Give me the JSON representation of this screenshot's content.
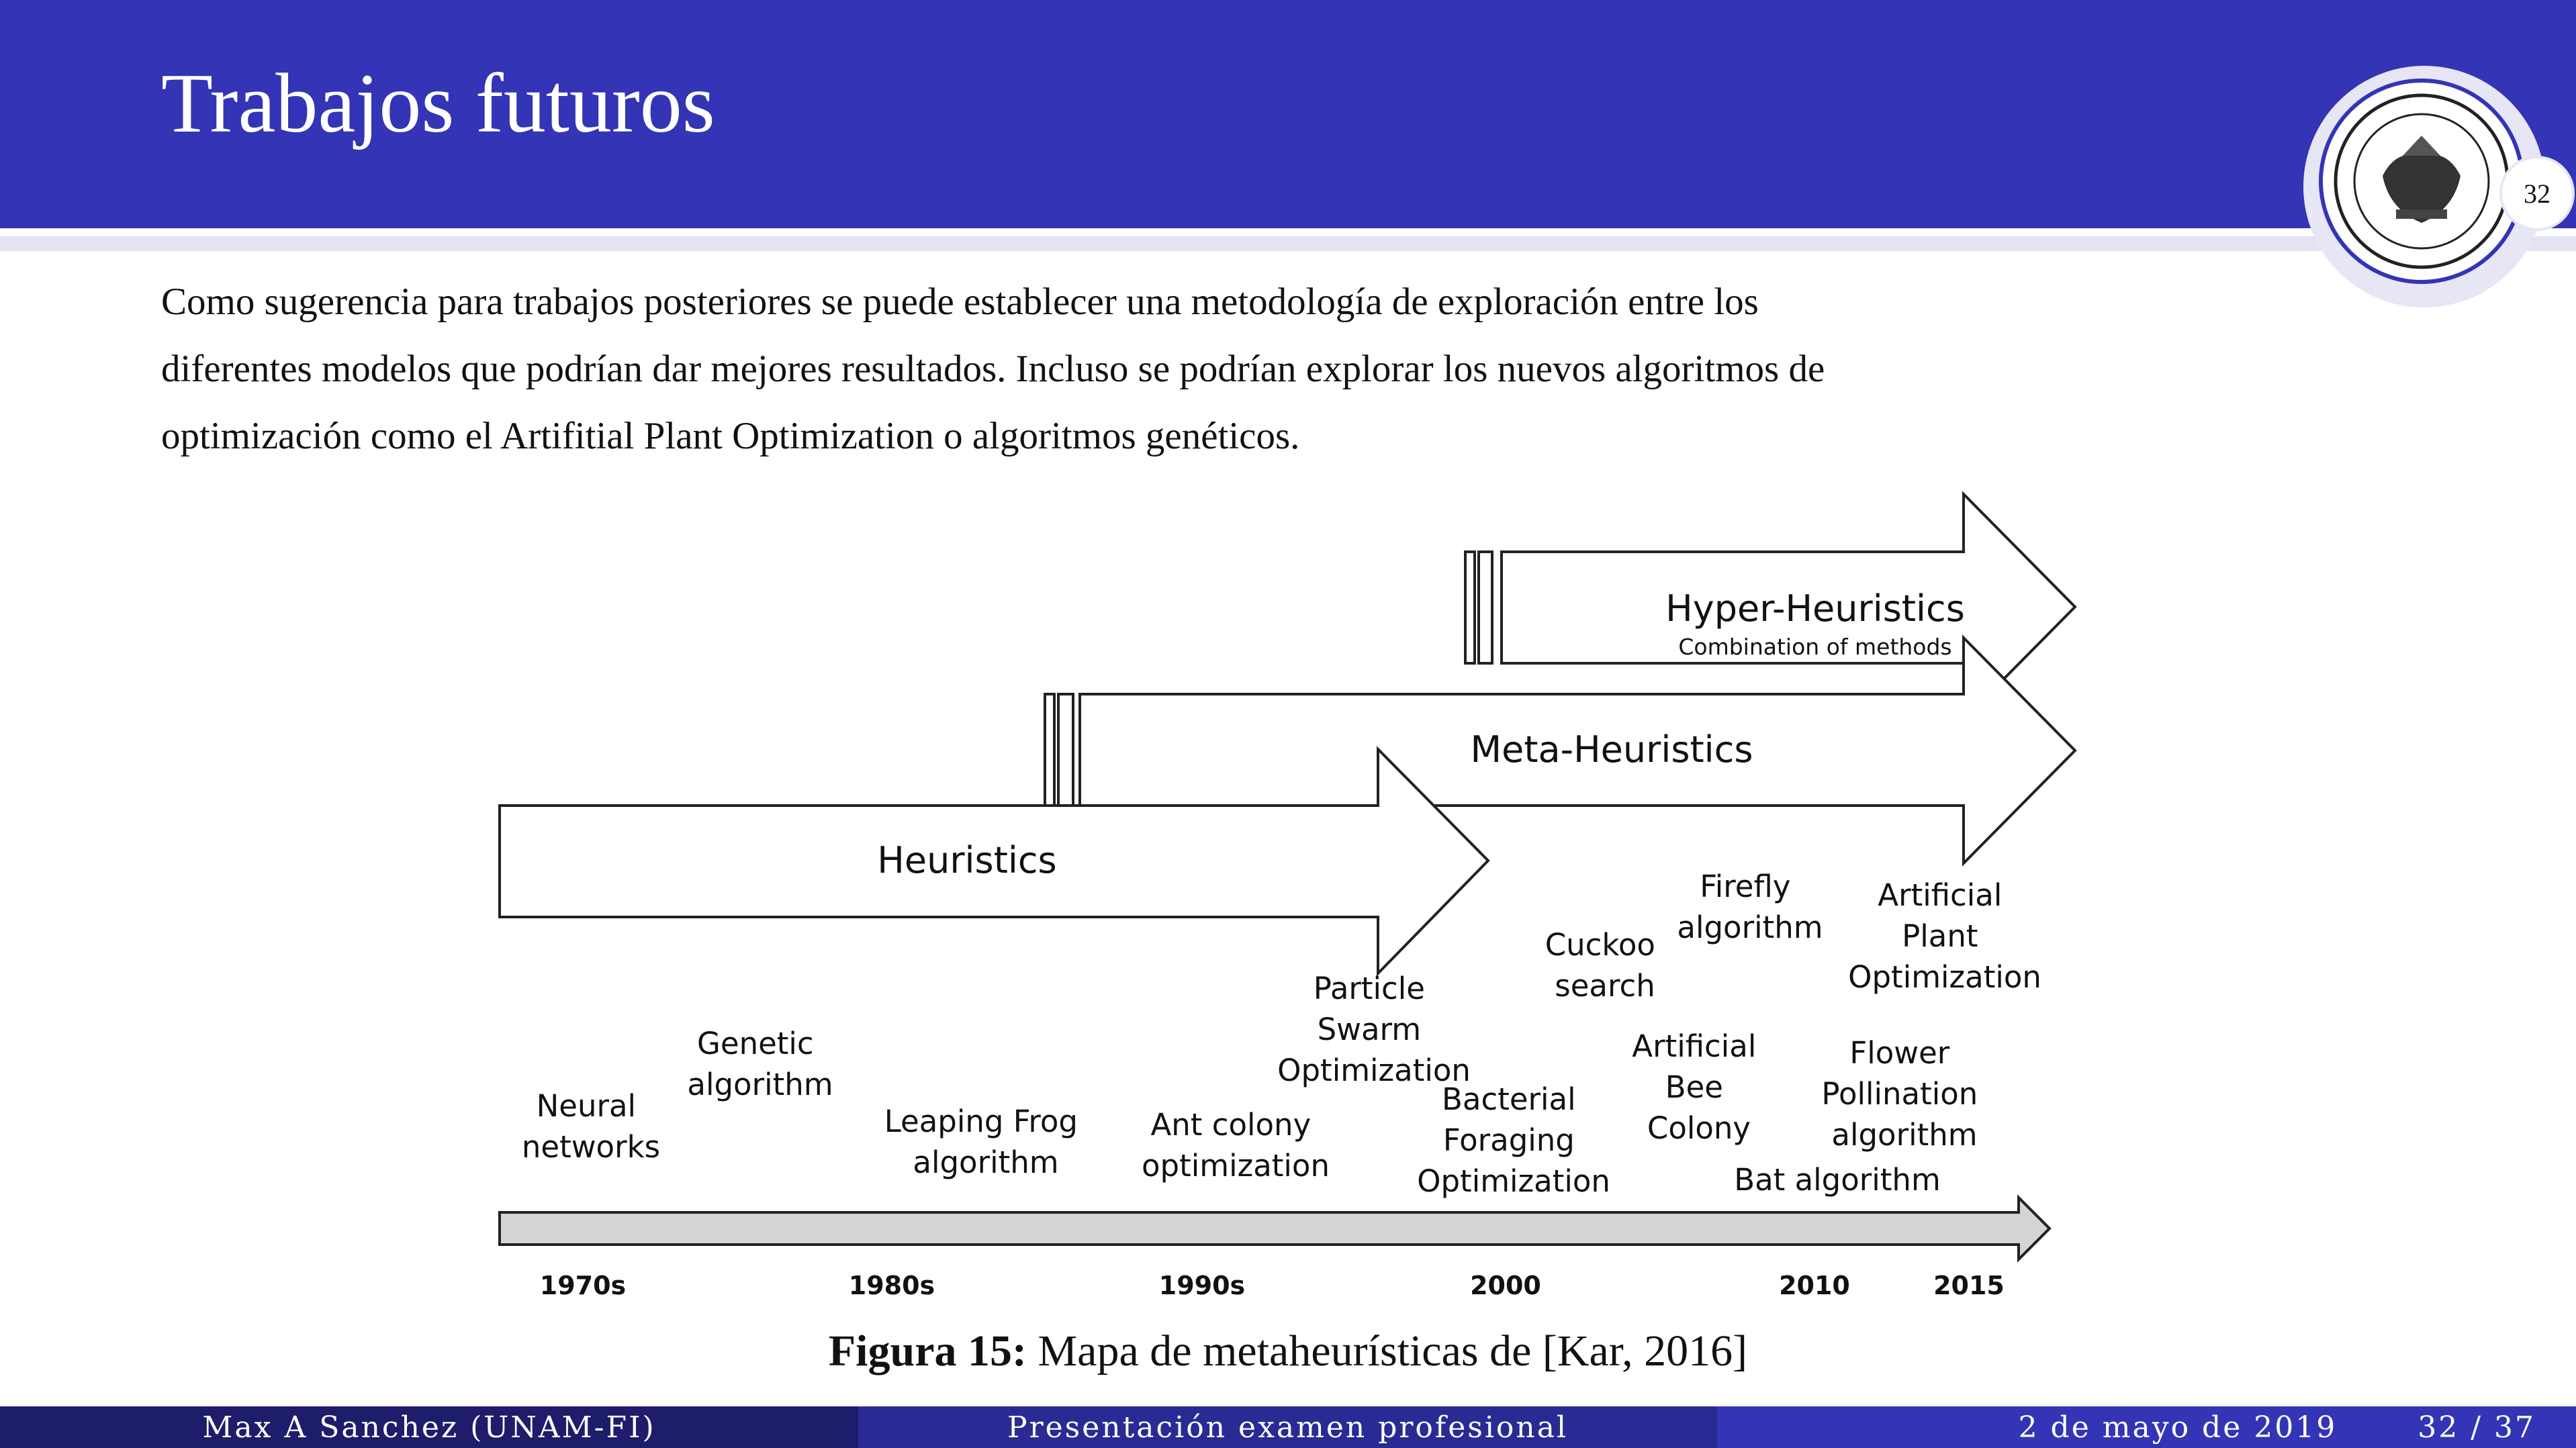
{
  "slide": {
    "title": "Trabajos futuros",
    "page_number": "32",
    "body_lines": [
      "Como sugerencia para trabajos posteriores se puede establecer una metodología de exploración entre los",
      "diferentes modelos que podrían dar mejores resultados. Incluso se podrían explorar los nuevos algoritmos de",
      "optimización como el Artifitial Plant Optimization o algoritmos genéticos."
    ]
  },
  "figure": {
    "arrows": {
      "hyper": "Hyper-Heuristics",
      "hyper_sub": "Combination of methods",
      "meta": "Meta-Heuristics",
      "heur": "Heuristics"
    },
    "timeline_ticks": [
      "1970s",
      "1980s",
      "1990s",
      "2000",
      "2010",
      "2015"
    ],
    "algorithms": {
      "neural": [
        "Neural",
        "networks"
      ],
      "genetic": [
        "Genetic",
        "algorithm"
      ],
      "leaping": [
        "Leaping Frog",
        "algorithm"
      ],
      "ant": [
        "Ant colony",
        "optimization"
      ],
      "pso": [
        "Particle",
        "Swarm",
        "Optimization"
      ],
      "bacterial": [
        "Bacterial",
        "Foraging",
        "Optimization"
      ],
      "cuckoo": [
        "Cuckoo",
        "search"
      ],
      "abc": [
        "Artificial",
        "Bee",
        "Colony"
      ],
      "firefly": [
        "Firefly",
        "algorithm"
      ],
      "bat": [
        "Bat algorithm"
      ],
      "flower": [
        "Flower",
        "Pollination",
        "algorithm"
      ],
      "apo": [
        "Artificial",
        "Plant",
        "Optimization"
      ]
    },
    "caption_label": "Figura 15:",
    "caption_text": "Mapa de metaheurísticas de [Kar, 2016]"
  },
  "footer": {
    "author": "Max A Sanchez  (UNAM-FI)",
    "presentation": "Presentación examen profesional",
    "date": "2 de mayo de 2019",
    "pages": "32 / 37"
  },
  "colors": {
    "title_bar": "#3434b6",
    "footer_dark": "#1d1d6b",
    "footer_mid": "#2a2a94",
    "timeline_fill": "#d4d4d4"
  }
}
